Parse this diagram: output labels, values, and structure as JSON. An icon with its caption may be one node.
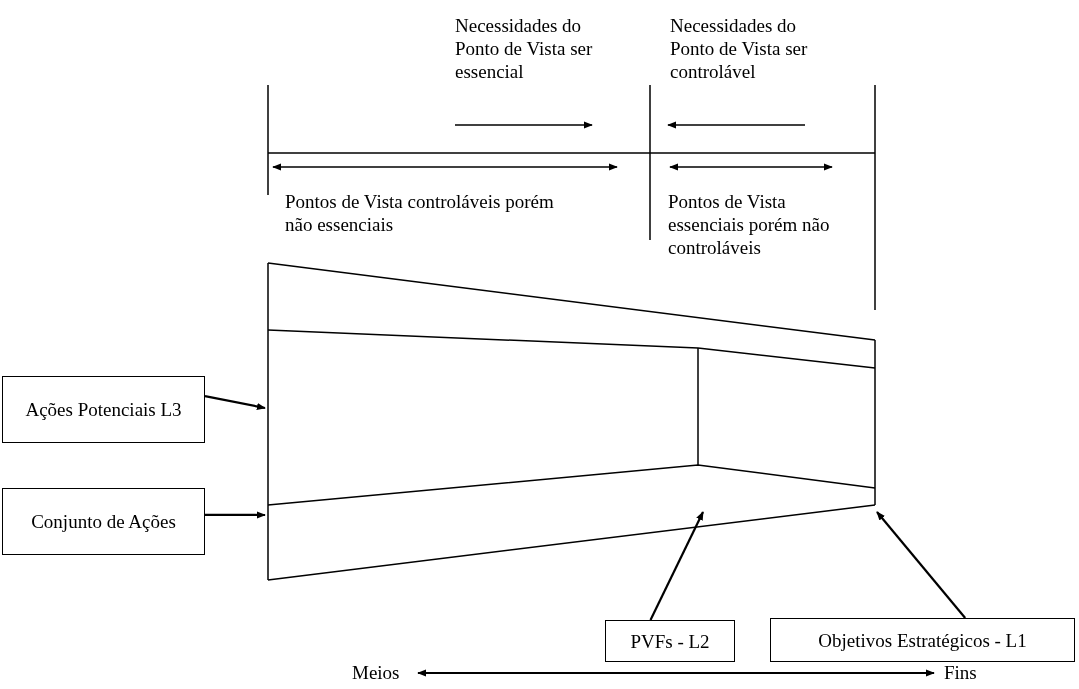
{
  "diagram": {
    "nodes": [
      {
        "text": [
          "Ações Potenciais L3"
        ]
      },
      {
        "text": [
          "Conjunto de Ações"
        ]
      },
      {
        "text": [
          "PVFs - L2"
        ]
      },
      {
        "text": [
          "Objetivos Estratégicos - L1"
        ]
      },
      {
        "text": [
          "Meios"
        ]
      },
      {
        "text": [
          "Fins"
        ]
      }
    ],
    "edges": [
      {
        "from": 0,
        "to": null,
        "arrow": "to"
      },
      {
        "from": 1,
        "to": null,
        "arrow": "to"
      },
      {
        "from": 2,
        "to": null,
        "arrow": "to"
      },
      {
        "from": 3,
        "to": null,
        "arrow": "to"
      },
      {
        "from": 4,
        "to": 5,
        "arrow": "both"
      }
    ],
    "labels": [
      "Necessidades do Ponto de Vista ser essencial",
      "Necessidades do Ponto de Vista ser controlável",
      "Pontos de Vista controláveis porém não essenciais",
      "Pontos de Vista essenciais porém não controláveis"
    ]
  }
}
